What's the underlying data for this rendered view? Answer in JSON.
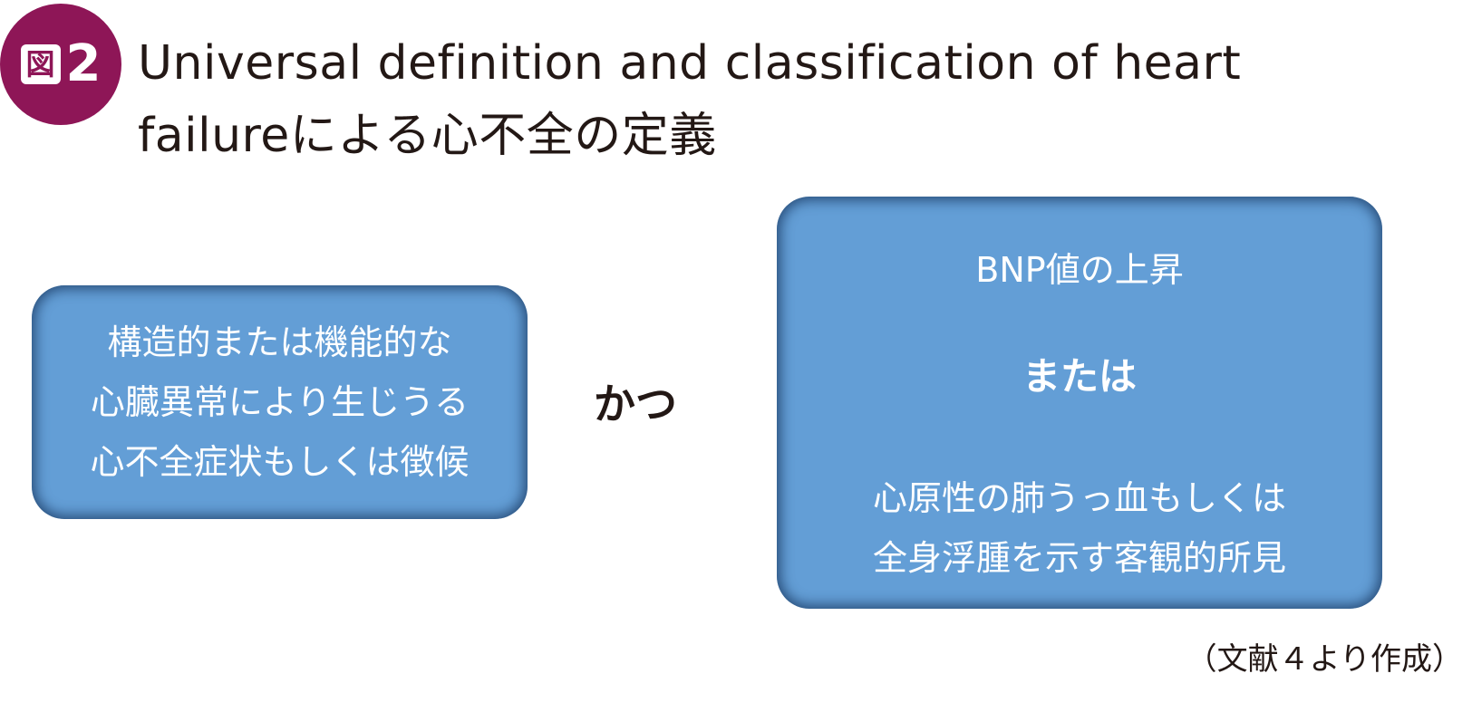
{
  "badge": {
    "figure_char": "図",
    "number": "2",
    "color": "#8e1657"
  },
  "title": {
    "line1": "Universal definition and classification of heart",
    "line2": "failureによる心不全の定義"
  },
  "left_box": {
    "lines": [
      "構造的または機能的な",
      "心臓異常により生じうる",
      "心不全症状もしくは徴候"
    ]
  },
  "connector": "かつ",
  "right_box": {
    "top": "BNP値の上昇",
    "or": "または",
    "lines": [
      "心原性の肺うっ血もしくは",
      "全身浮腫を示す客観的所見"
    ]
  },
  "source": "（文献４より作成）",
  "colors": {
    "box": "#639ed6",
    "text": "#231815"
  }
}
